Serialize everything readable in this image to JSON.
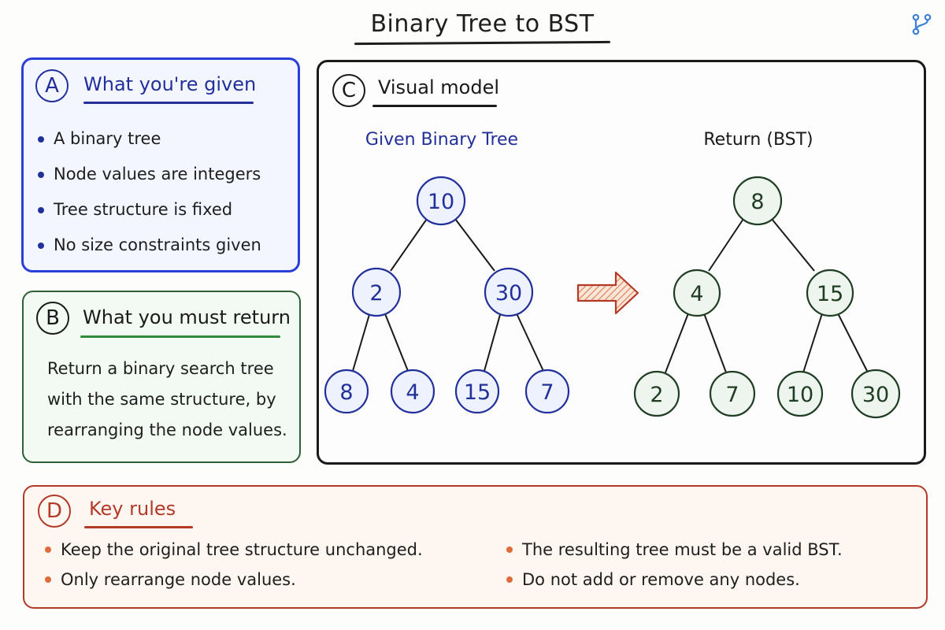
{
  "title": "Binary Tree to BST",
  "colors": {
    "blue": "#22309a",
    "green": "#2f5f34",
    "red": "#b43a28",
    "ink": "#1a1a1a"
  },
  "panels": {
    "a": {
      "badge": "A",
      "heading": "What you're given",
      "bullets": [
        "A binary tree",
        "Node values are integers",
        "Tree structure is fixed",
        "No size constraints given"
      ]
    },
    "b": {
      "badge": "B",
      "heading": "What you must return",
      "text_lines": [
        "Return a binary search tree",
        "with the same structure, by",
        "rearranging the node values."
      ]
    },
    "c": {
      "badge": "C",
      "heading": "Visual model",
      "given_label": "Given Binary Tree",
      "return_label": "Return (BST)",
      "given_nodes": [
        "10",
        "2",
        "30",
        "8",
        "4",
        "15",
        "7"
      ],
      "return_nodes": [
        "8",
        "4",
        "15",
        "2",
        "7",
        "10",
        "30"
      ],
      "arrow_icon": "right-arrow-icon"
    },
    "d": {
      "badge": "D",
      "heading": "Key rules",
      "rules_left": [
        "Keep the original tree structure unchanged.",
        "Only rearrange node values."
      ],
      "rules_right": [
        "The resulting tree must be a valid BST.",
        "Do not add or remove any nodes."
      ]
    }
  },
  "logo_icon": "branch-icon"
}
